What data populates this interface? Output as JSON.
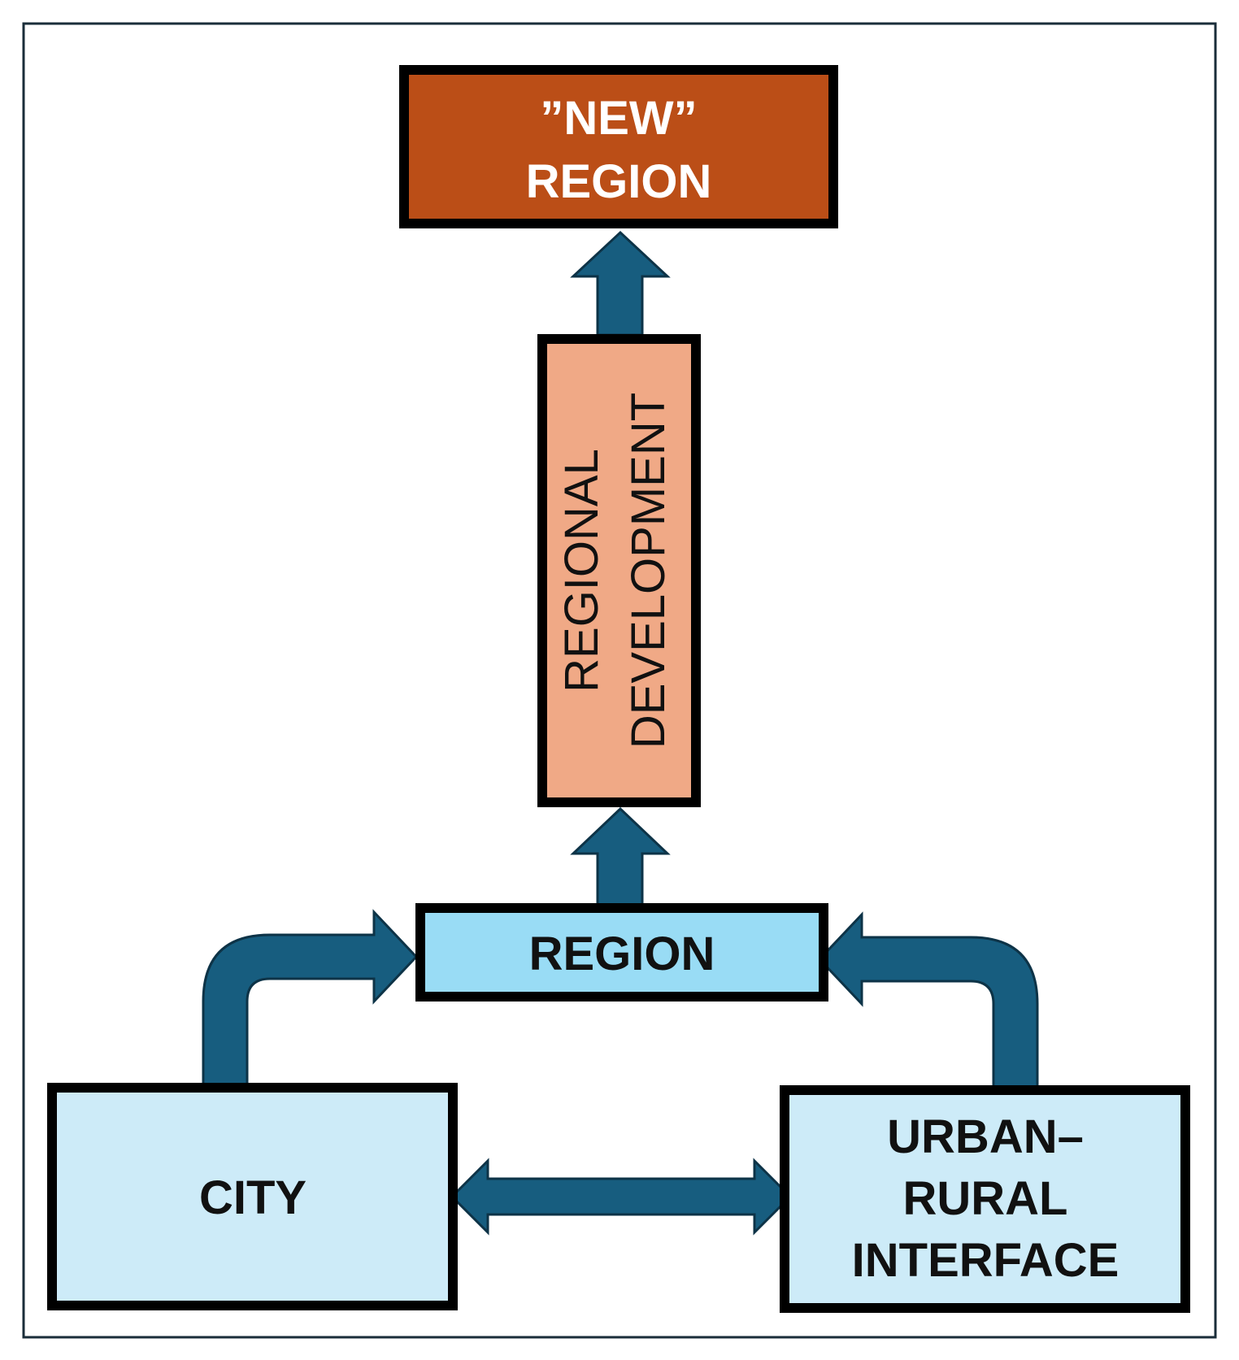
{
  "colors": {
    "frame_border": "#1b2e3a",
    "box_border": "#000000",
    "arrow_fill": "#175d7f",
    "arrow_stroke": "#0d3347",
    "new_region_fill": "#bb4e17",
    "development_fill": "#f0a986",
    "region_fill": "#99dcf5",
    "city_fill": "#cdebf8",
    "interface_fill": "#cdebf8",
    "light_text": "#ffffff",
    "dark_text": "#111111"
  },
  "nodes": {
    "new_region": {
      "line1": "”NEW”",
      "line2": "REGION"
    },
    "development": {
      "line1": "REGIONAL",
      "line2": "DEVELOPMENT"
    },
    "region": {
      "label": "REGION"
    },
    "city": {
      "label": "CITY"
    },
    "interface": {
      "line1": "URBAN–",
      "line2": "RURAL",
      "line3": "INTERFACE"
    }
  }
}
